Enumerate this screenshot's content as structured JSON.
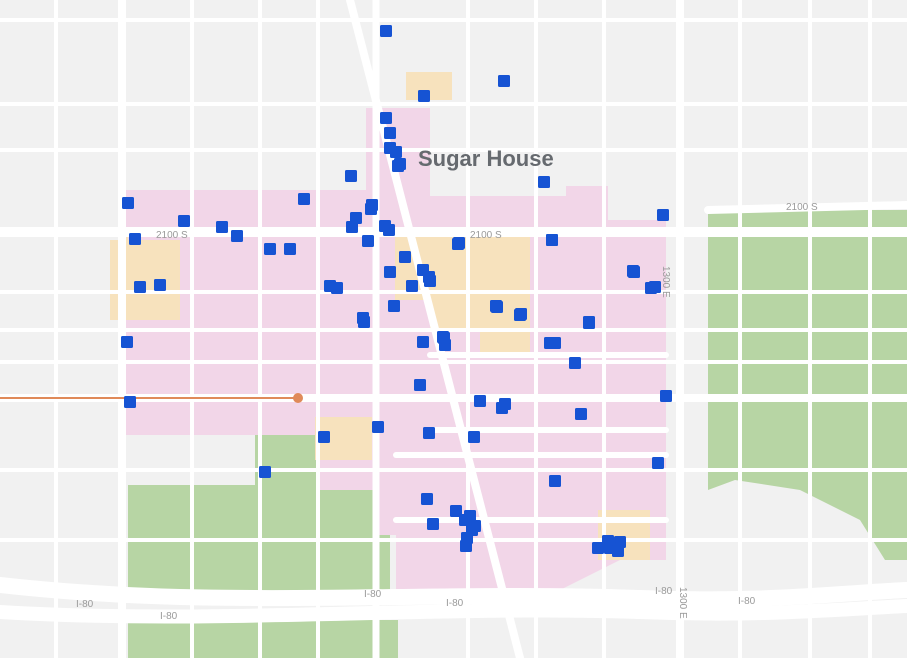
{
  "map": {
    "neighborhood_label": "Sugar House",
    "road_labels": {
      "street_2100s_west": "2100 S",
      "street_2100s_mid": "2100 S",
      "street_2100s_east": "2100 S",
      "street_1300e": "1300 E",
      "i80_1": "I-80",
      "i80_2": "I-80",
      "i80_3": "I-80",
      "i80_4": "I-80",
      "i80_5": "I-80",
      "i80_6": "I-80",
      "street_1300e_south": "1300 E"
    },
    "colors": {
      "background": "#f1f1f1",
      "road": "#ffffff",
      "residential_pink": "#f2d6e8",
      "commercial_yellow": "#f7e2bd",
      "park_green": "#b7d5a4",
      "marker_blue": "#1653d3",
      "route_orange": "#e08a59"
    },
    "marker_count": 92
  }
}
